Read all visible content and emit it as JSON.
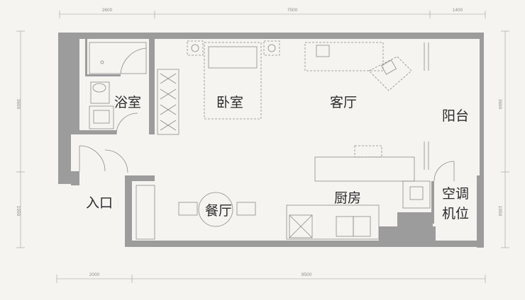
{
  "dimensions": {
    "top": [
      "2600",
      "7500",
      "1400"
    ],
    "bottom": [
      "2000",
      "9500"
    ],
    "left": [
      "3690",
      "1950"
    ],
    "right": [
      "3690",
      "1950"
    ]
  },
  "rooms": {
    "bathroom": "浴室",
    "bedroom": "卧室",
    "living_room": "客厅",
    "balcony": "阳台",
    "entrance": "入口",
    "dining_room": "餐厅",
    "kitchen": "厨房",
    "ac_unit_line1": "空调",
    "ac_unit_line2": "机位"
  },
  "colors": {
    "background": "#f6f4f1",
    "wall": "#9c9c9c",
    "text": "#2a2a2a",
    "dimension": "#8e8e8e"
  }
}
